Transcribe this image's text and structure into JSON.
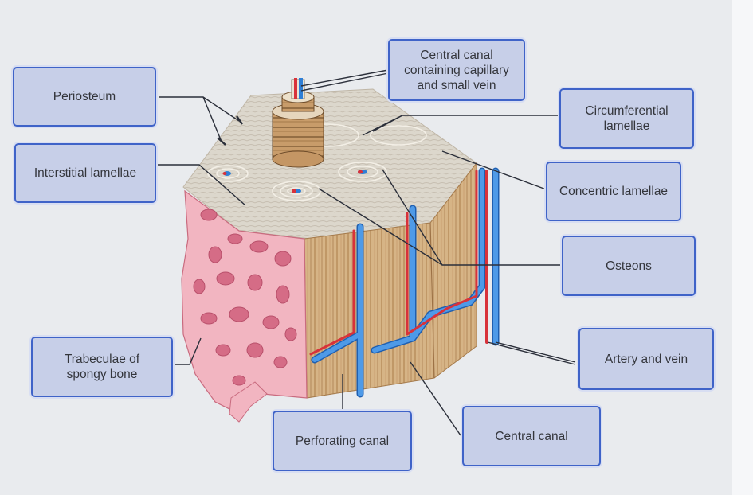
{
  "labels": {
    "periosteum": "Periosteum",
    "interstitial_lamellae": "Interstitial lamellae",
    "trabeculae": "Trabeculae of\nspongy bone",
    "central_canal_capillary": "Central canal\ncontaining capillary\nand small vein",
    "circumferential_lamellae": "Circumferential\nlamellae",
    "concentric_lamellae": "Concentric lamellae",
    "osteons": "Osteons",
    "artery_and_vein": "Artery and vein",
    "perforating_canal": "Perforating canal",
    "central_canal": "Central canal"
  },
  "colors": {
    "label_fill": "#c7cfe8",
    "label_border": "#3f63c8",
    "leader_line": "#2b2f3a",
    "spongy_bone": "#f0a9b6",
    "compact_bone": "#d9b98c",
    "artery": "#d8323a",
    "vein": "#2f7fd6"
  }
}
